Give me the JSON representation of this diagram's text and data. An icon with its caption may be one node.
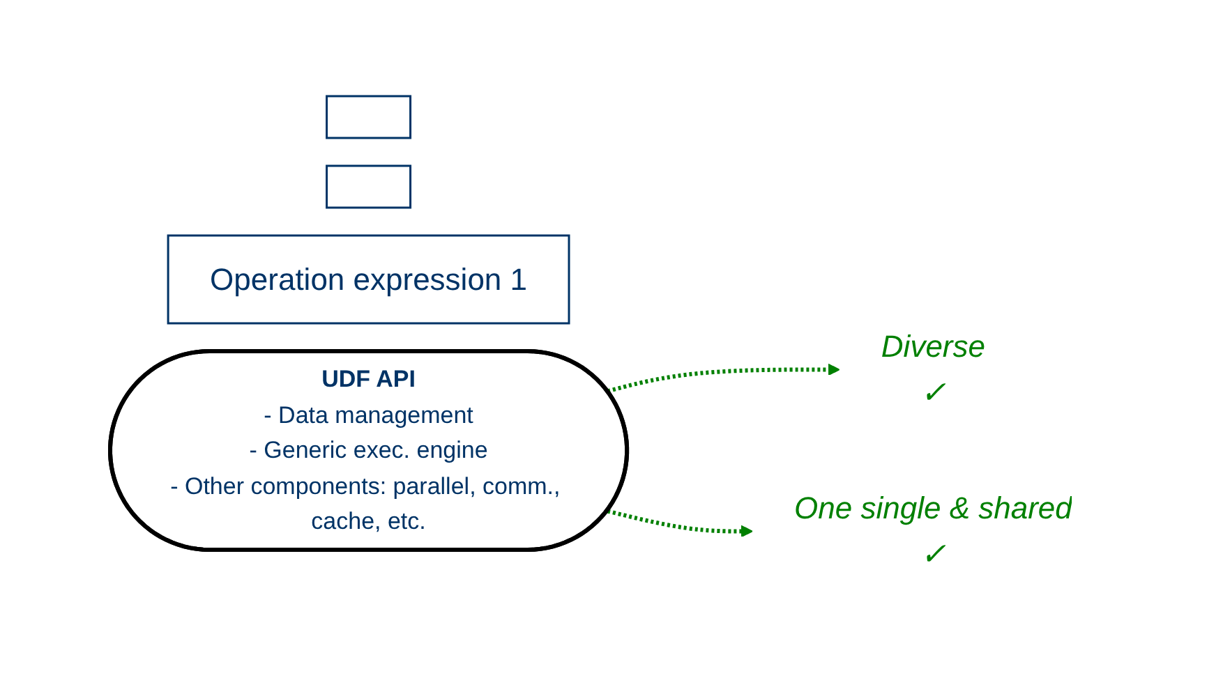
{
  "diagram": {
    "nodes": [
      {
        "text": [],
        "shape": "box"
      },
      {
        "text": [],
        "shape": "box"
      },
      {
        "text": [
          "Operation expression 1"
        ]
      },
      {
        "text": [
          "UDF API",
          "- Data management",
          "- Generic exec. engine",
          "- Other components: parallel, comm., cache, etc."
        ]
      },
      {
        "text": [
          "Diverse",
          "✓"
        ]
      },
      {
        "text": [
          "One single & shared",
          "✓"
        ]
      }
    ],
    "edges": [
      {
        "from": 3,
        "to": 4,
        "arrow": "to",
        "style": "dashed"
      },
      {
        "from": 3,
        "to": 5,
        "arrow": "to",
        "style": "dashed"
      }
    ]
  }
}
